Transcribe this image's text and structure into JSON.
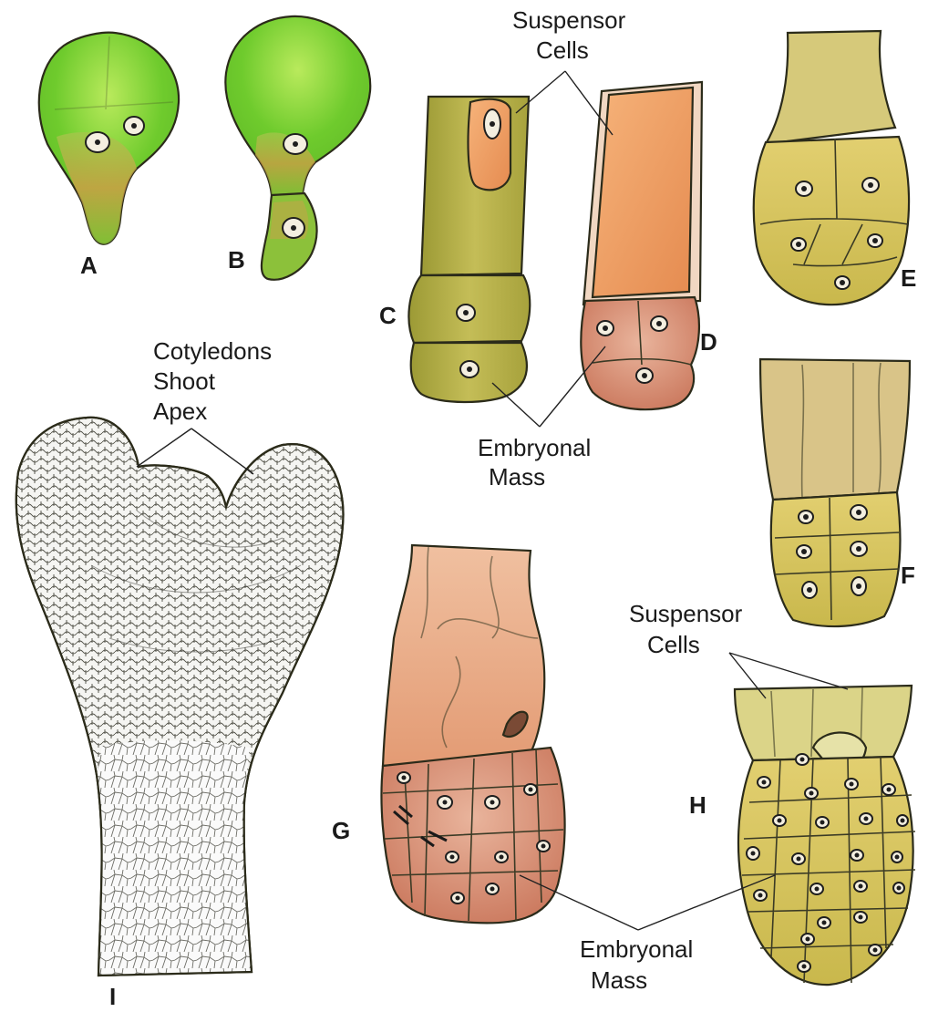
{
  "labels": {
    "suspensor_cells_top": [
      "Suspensor",
      "Cells"
    ],
    "embryonal_mass_top": [
      "Embryonal",
      "Mass"
    ],
    "cotyledons": "Cotyledons",
    "shoot_apex": [
      "Shoot",
      "Apex"
    ],
    "suspensor_cells_bottom": [
      "Suspensor",
      "Cells"
    ],
    "embryonal_mass_bottom": [
      "Embryonal",
      "Mass"
    ]
  },
  "stages": [
    "A",
    "B",
    "C",
    "D",
    "E",
    "F",
    "G",
    "H",
    "I"
  ],
  "colors": {
    "zygote_green": "#7ed13a",
    "zygote_light": "#c9ec7a",
    "olive_cell": "#b5b04a",
    "orange_cell": "#f0a264",
    "pinkish_mass": "#d88a6e",
    "yellow_cell": "#e6d77c",
    "tissue_line": "#4a4a40"
  }
}
